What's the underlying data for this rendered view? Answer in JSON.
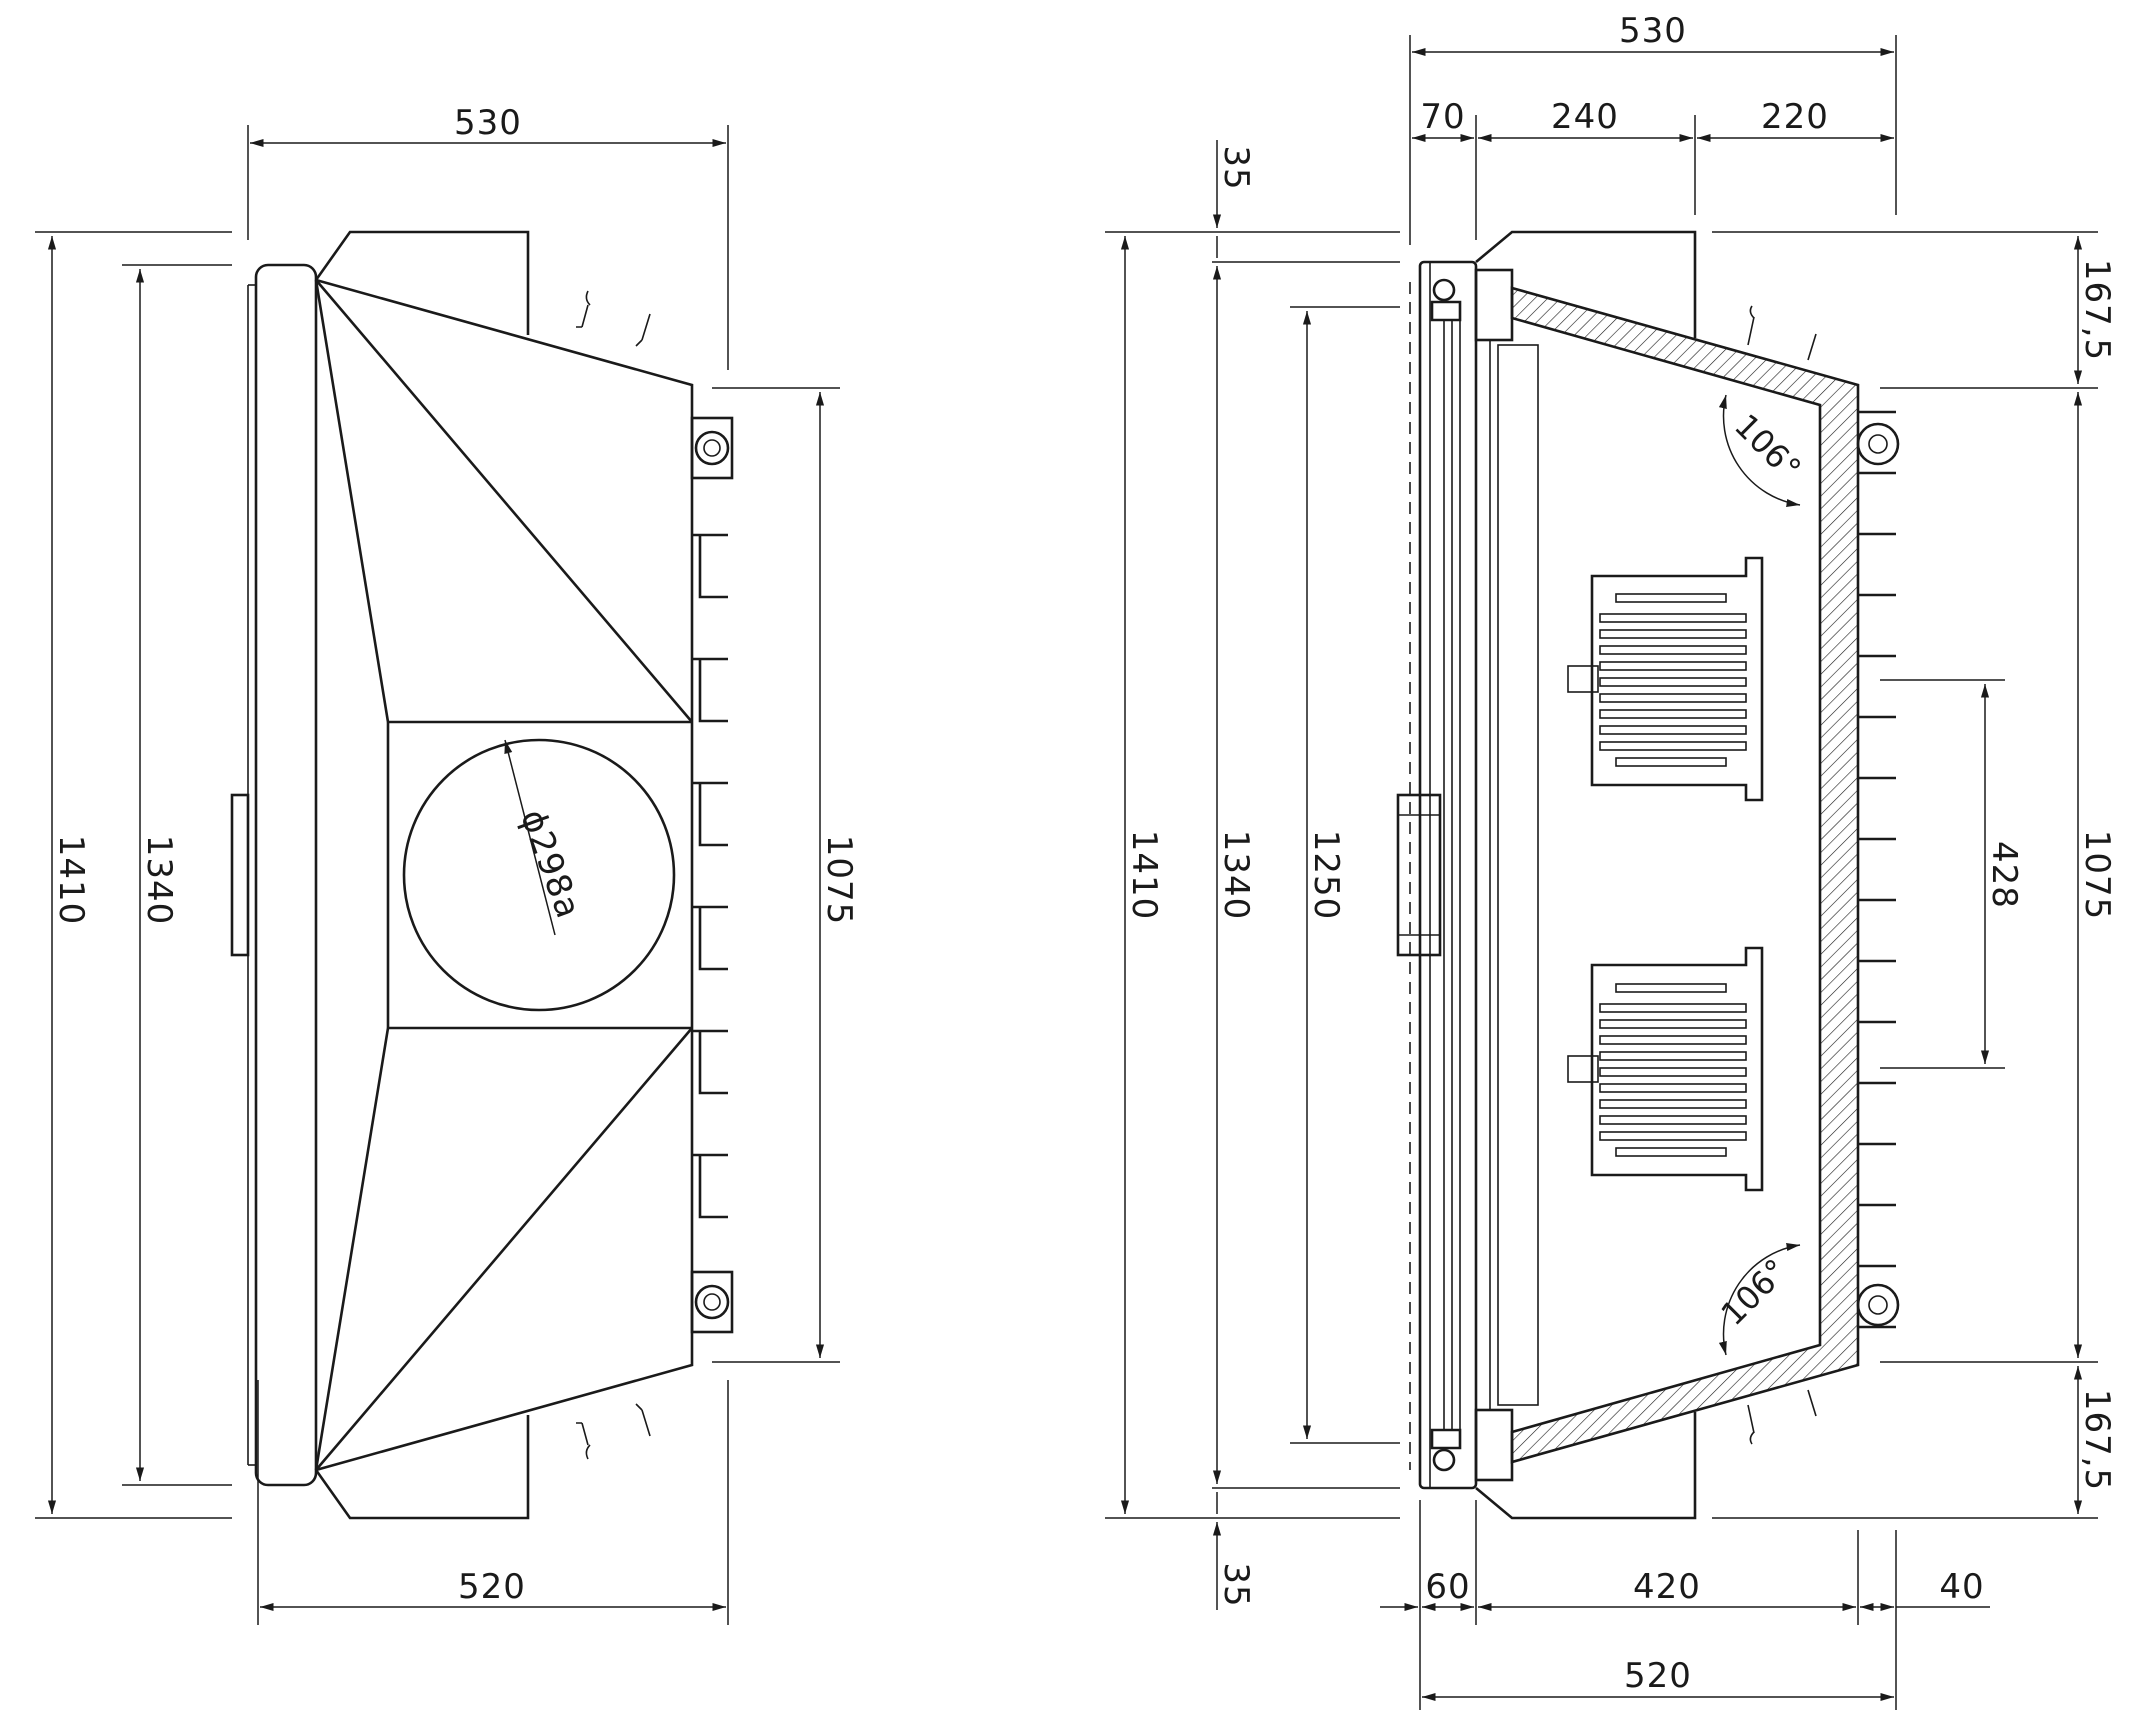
{
  "left_view": {
    "dims": {
      "top_width": "530",
      "bottom_width": "520",
      "height_outer": "1410",
      "height_frame": "1340",
      "height_bolts": "1075",
      "diameter": "ϕ298a"
    }
  },
  "right_view": {
    "dims": {
      "top_width": "530",
      "top_a": "70",
      "top_b": "240",
      "top_c": "220",
      "bottom_a": "60",
      "bottom_b": "420",
      "bottom_c": "40",
      "bottom_width": "520",
      "offset_top": "35",
      "offset_bottom": "35",
      "height_outer": "1410",
      "height_frame": "1340",
      "height_inner": "1250",
      "height_grates": "428",
      "height_bolts": "1075",
      "top_end": "167,5",
      "bottom_end": "167,5",
      "angle_top": "106°",
      "angle_bottom": "106°"
    }
  },
  "colors": {
    "line": "#1a1a1a",
    "background": "#ffffff"
  }
}
